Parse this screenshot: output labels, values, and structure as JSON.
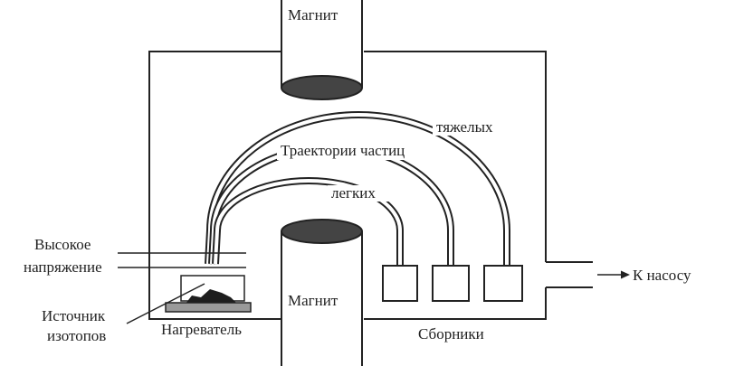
{
  "labels": {
    "magnet_top": "Магнит",
    "magnet_bottom": "Магнит",
    "heavy": "тяжелых",
    "trajectories": "Траектории частиц",
    "light": "легких",
    "high_voltage_line1": "Высокое",
    "high_voltage_line2": "напряжение",
    "source_line1": "Источник",
    "source_line2": "изотопов",
    "heater": "Нагреватель",
    "collectors": "Сборники",
    "to_pump": "К насосу"
  },
  "colors": {
    "ink": "#222222",
    "background": "#ffffff"
  }
}
